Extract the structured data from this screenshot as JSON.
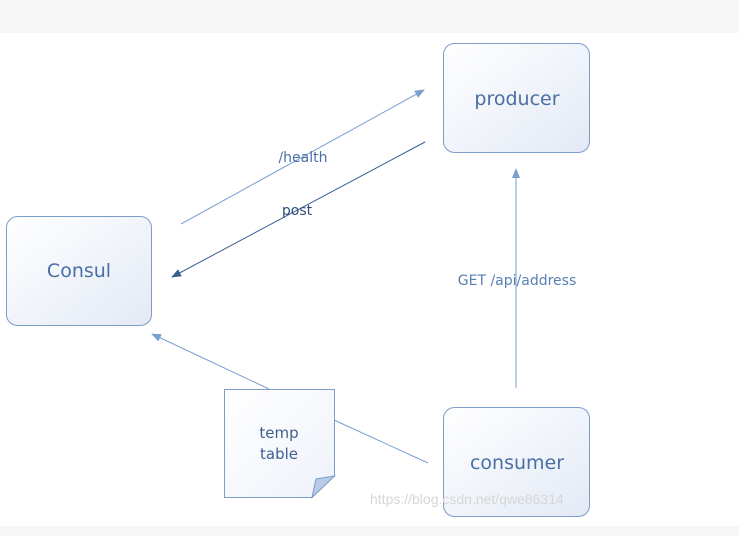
{
  "nodes": {
    "producer": "producer",
    "consul": "Consul",
    "consumer": "consumer"
  },
  "note": {
    "line1": "temp",
    "line2": "table"
  },
  "edges": {
    "health": "/health",
    "post": "post",
    "get": "GET /api/address"
  },
  "watermark": "https://blog.csdn.net/qwe86314",
  "colors": {
    "node_border": "#7d9dc8",
    "node_fill_top": "#ffffff",
    "node_fill_bottom": "#e5ebf6",
    "arrow_light": "#7b9fd0",
    "arrow_dark": "#3a5f91",
    "label_text": "#4a6fa3"
  }
}
